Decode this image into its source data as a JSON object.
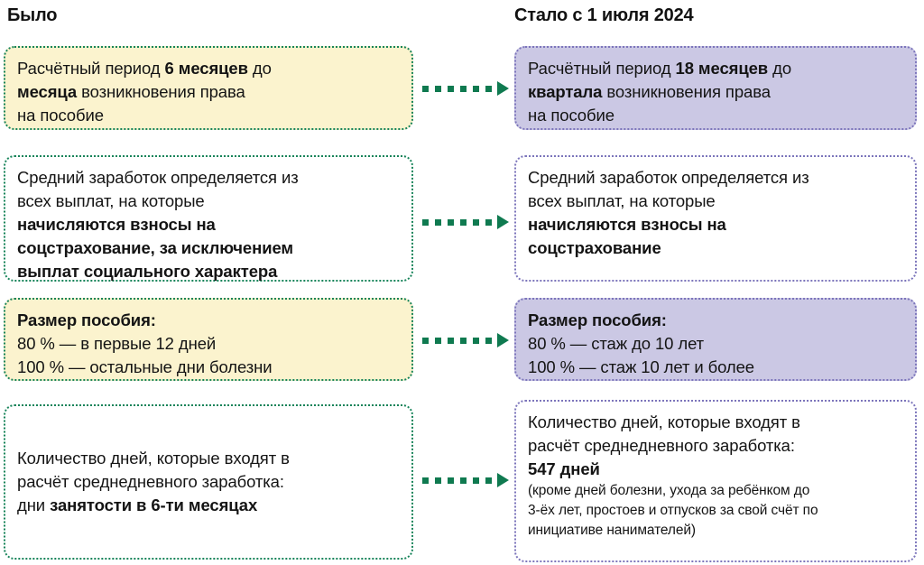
{
  "headers": {
    "left": "Было",
    "right": "Стало с 1 июля 2024"
  },
  "colors": {
    "arrow_green": "#0f7a50",
    "left_border_green": "#17845a",
    "right_border_purple": "#7c75bb",
    "yellow_fill": "#fbf3ce",
    "purple_fill": "#cbc8e4",
    "white_fill": "#ffffff",
    "text": "#141414"
  },
  "rows": [
    {
      "left": {
        "fill": "yellow",
        "lines": [
          [
            {
              "t": "Расчётный период ",
              "b": false
            },
            {
              "t": "6 месяцев",
              "b": true
            },
            {
              "t": " до",
              "b": false
            }
          ],
          [
            {
              "t": "месяца",
              "b": true
            },
            {
              "t": " возникновения права",
              "b": false
            }
          ],
          [
            {
              "t": "на пособие",
              "b": false
            }
          ]
        ]
      },
      "right": {
        "fill": "purple",
        "lines": [
          [
            {
              "t": "Расчётный период ",
              "b": false
            },
            {
              "t": "18 месяцев",
              "b": true
            },
            {
              "t": " до",
              "b": false
            }
          ],
          [
            {
              "t": "квартала",
              "b": true
            },
            {
              "t": " возникновения права",
              "b": false
            }
          ],
          [
            {
              "t": "на пособие",
              "b": false
            }
          ]
        ]
      }
    },
    {
      "left": {
        "fill": "white",
        "lines": [
          [
            {
              "t": "Средний заработок определяется из",
              "b": false
            }
          ],
          [
            {
              "t": "всех выплат, на которые",
              "b": false
            }
          ],
          [
            {
              "t": "начисляются взносы на",
              "b": true
            }
          ],
          [
            {
              "t": "соцстрахование, за исключением",
              "b": true
            }
          ],
          [
            {
              "t": "выплат социального характера",
              "b": true
            }
          ]
        ]
      },
      "right": {
        "fill": "white",
        "lines": [
          [
            {
              "t": "Средний заработок определяется из",
              "b": false
            }
          ],
          [
            {
              "t": "всех выплат, на которые",
              "b": false
            }
          ],
          [
            {
              "t": "начисляются взносы на",
              "b": true
            }
          ],
          [
            {
              "t": "соцстрахование",
              "b": true
            }
          ]
        ]
      }
    },
    {
      "left": {
        "fill": "yellow",
        "lines": [
          [
            {
              "t": "Размер пособия:",
              "b": true
            }
          ],
          [
            {
              "t": "80 % — в первые 12 дней",
              "b": false
            }
          ],
          [
            {
              "t": "100 % — остальные дни болезни",
              "b": false
            }
          ]
        ]
      },
      "right": {
        "fill": "purple",
        "lines": [
          [
            {
              "t": "Размер пособия:",
              "b": true
            }
          ],
          [
            {
              "t": "80 % — стаж до 10 лет",
              "b": false
            }
          ],
          [
            {
              "t": "100 % — стаж 10 лет и более",
              "b": false
            }
          ]
        ]
      }
    },
    {
      "left": {
        "fill": "white",
        "lines": [
          [
            {
              "t": "Количество дней, которые входят в",
              "b": false
            }
          ],
          [
            {
              "t": "расчёт среднедневного заработка:",
              "b": false
            }
          ],
          [
            {
              "t": "дни ",
              "b": false
            },
            {
              "t": "занятости в 6-ти месяцах",
              "b": true
            }
          ]
        ]
      },
      "right": {
        "fill": "white",
        "lines": [
          [
            {
              "t": "Количество дней, которые входят в",
              "b": false
            }
          ],
          [
            {
              "t": "расчёт среднедневного заработка:",
              "b": false
            }
          ],
          [
            {
              "t": "547 дней",
              "b": true
            }
          ]
        ],
        "note": [
          "(кроме дней болезни, ухода за ребёнком до",
          "3-ёх лет, простоев и отпусков за свой счёт по",
          "инициативе нанимателей)"
        ]
      }
    }
  ],
  "arrows": [
    {
      "name": "connector-arrow-row-1"
    },
    {
      "name": "connector-arrow-row-2"
    },
    {
      "name": "connector-arrow-row-3"
    },
    {
      "name": "connector-arrow-row-4"
    }
  ]
}
